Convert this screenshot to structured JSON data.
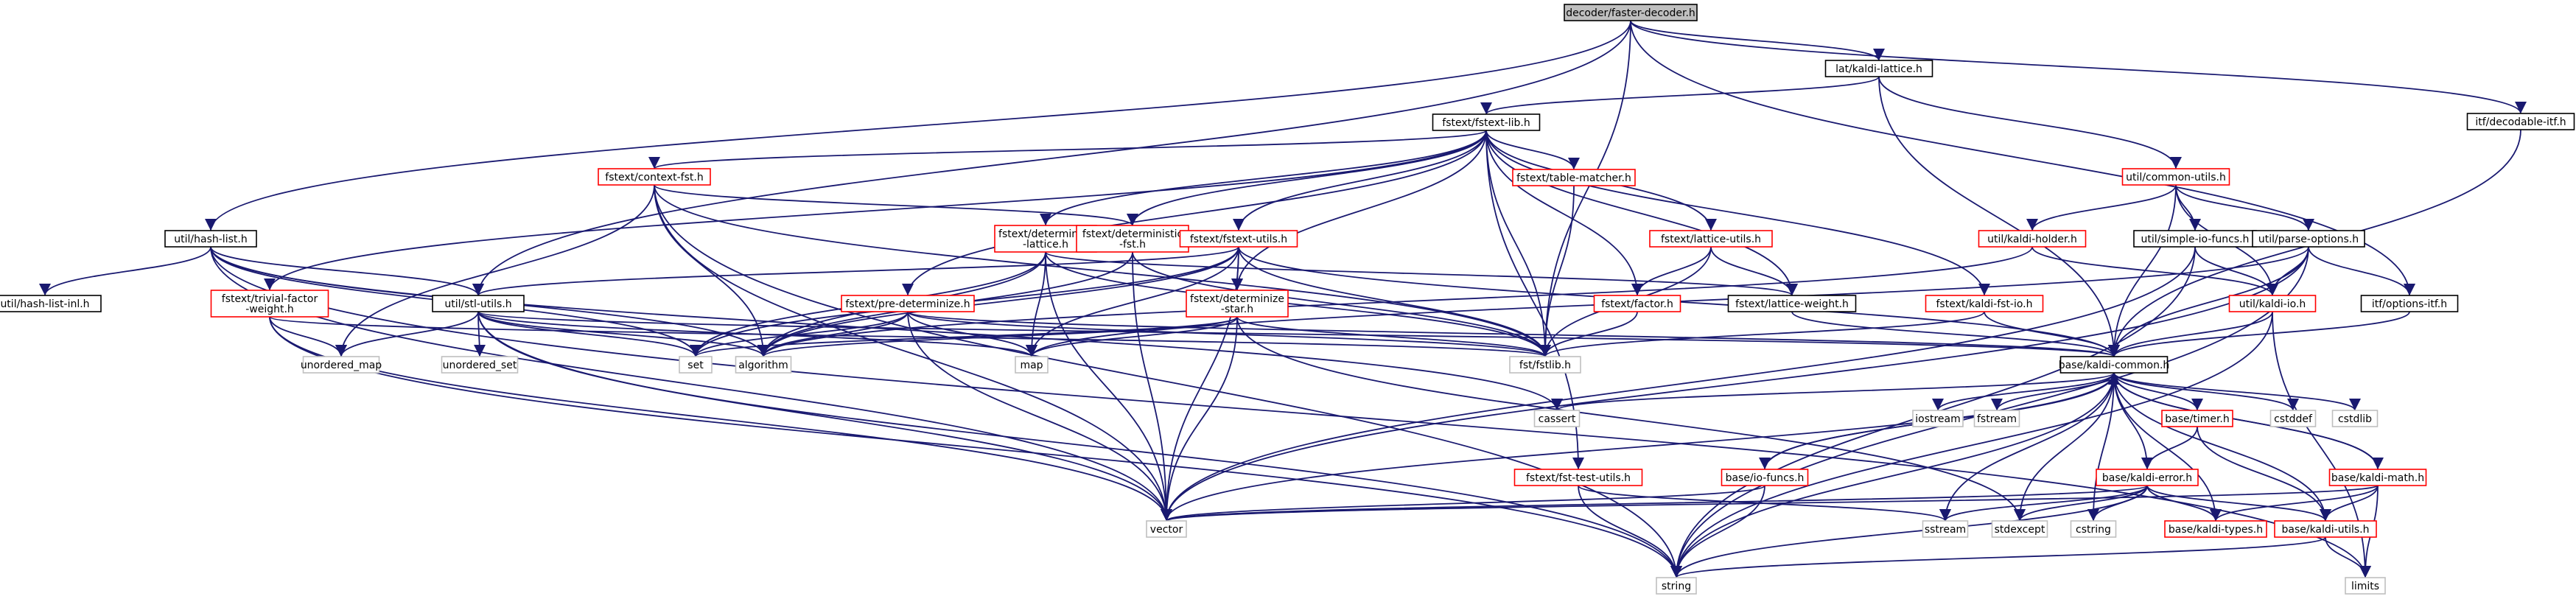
{
  "colors": {
    "edge": "#191970",
    "node_black": "#000000",
    "node_red": "#ff0000",
    "node_gray": "#bfbfbf",
    "root_fill": "#bfbfbf",
    "text": "#000000"
  },
  "nodes": [
    {
      "id": "decoder-faster-decoder",
      "label": "decoder/faster-decoder.h",
      "style": "root"
    },
    {
      "id": "lat-kaldi-lattice",
      "label": "lat/kaldi-lattice.h",
      "style": "black"
    },
    {
      "id": "itf-decodable-itf",
      "label": "itf/decodable-itf.h",
      "style": "black"
    },
    {
      "id": "fstext-fstext-lib",
      "label": "fstext/fstext-lib.h",
      "style": "black"
    },
    {
      "id": "util-common-utils",
      "label": "util/common-utils.h",
      "style": "red"
    },
    {
      "id": "fstext-context-fst",
      "label": "fstext/context-fst.h",
      "style": "red"
    },
    {
      "id": "fstext-table-matcher",
      "label": "fstext/table-matcher.h",
      "style": "red"
    },
    {
      "id": "util-hash-list",
      "label": "util/hash-list.h",
      "style": "black"
    },
    {
      "id": "fstext-determinize-lattice",
      "label": "fstext/determinize\n-lattice.h",
      "style": "red"
    },
    {
      "id": "fstext-deterministic-fst",
      "label": "fstext/deterministic\n-fst.h",
      "style": "red"
    },
    {
      "id": "fstext-fstext-utils",
      "label": "fstext/fstext-utils.h",
      "style": "red"
    },
    {
      "id": "fstext-lattice-utils",
      "label": "fstext/lattice-utils.h",
      "style": "red"
    },
    {
      "id": "util-kaldi-holder",
      "label": "util/kaldi-holder.h",
      "style": "red"
    },
    {
      "id": "util-simple-io-funcs",
      "label": "util/simple-io-funcs.h",
      "style": "black"
    },
    {
      "id": "util-parse-options",
      "label": "util/parse-options.h",
      "style": "black"
    },
    {
      "id": "util-hash-list-inl",
      "label": "util/hash-list-inl.h",
      "style": "black"
    },
    {
      "id": "fstext-trivial-factor-weight",
      "label": "fstext/trivial-factor\n-weight.h",
      "style": "red"
    },
    {
      "id": "util-stl-utils",
      "label": "util/stl-utils.h",
      "style": "black"
    },
    {
      "id": "fstext-pre-determinize",
      "label": "fstext/pre-determinize.h",
      "style": "red"
    },
    {
      "id": "fstext-determinize-star",
      "label": "fstext/determinize\n-star.h",
      "style": "red"
    },
    {
      "id": "fstext-factor",
      "label": "fstext/factor.h",
      "style": "red"
    },
    {
      "id": "fstext-lattice-weight",
      "label": "fstext/lattice-weight.h",
      "style": "black"
    },
    {
      "id": "fstext-kaldi-fst-io",
      "label": "fstext/kaldi-fst-io.h",
      "style": "red"
    },
    {
      "id": "util-kaldi-io",
      "label": "util/kaldi-io.h",
      "style": "red"
    },
    {
      "id": "itf-options-itf",
      "label": "itf/options-itf.h",
      "style": "black"
    },
    {
      "id": "unordered-map",
      "label": "unordered_map",
      "style": "gray"
    },
    {
      "id": "unordered-set",
      "label": "unordered_set",
      "style": "gray"
    },
    {
      "id": "set",
      "label": "set",
      "style": "gray"
    },
    {
      "id": "algorithm",
      "label": "algorithm",
      "style": "gray"
    },
    {
      "id": "map",
      "label": "map",
      "style": "gray"
    },
    {
      "id": "fst-fstlib",
      "label": "fst/fstlib.h",
      "style": "gray"
    },
    {
      "id": "base-kaldi-common",
      "label": "base/kaldi-common.h",
      "style": "black"
    },
    {
      "id": "cassert",
      "label": "cassert",
      "style": "gray"
    },
    {
      "id": "iostream",
      "label": "iostream",
      "style": "gray"
    },
    {
      "id": "fstream",
      "label": "fstream",
      "style": "gray"
    },
    {
      "id": "base-timer",
      "label": "base/timer.h",
      "style": "red"
    },
    {
      "id": "cstddef",
      "label": "cstddef",
      "style": "gray"
    },
    {
      "id": "cstdlib",
      "label": "cstdlib",
      "style": "gray"
    },
    {
      "id": "fstext-fst-test-utils",
      "label": "fstext/fst-test-utils.h",
      "style": "red"
    },
    {
      "id": "base-io-funcs",
      "label": "base/io-funcs.h",
      "style": "red"
    },
    {
      "id": "base-kaldi-error",
      "label": "base/kaldi-error.h",
      "style": "red"
    },
    {
      "id": "base-kaldi-math",
      "label": "base/kaldi-math.h",
      "style": "red"
    },
    {
      "id": "vector",
      "label": "vector",
      "style": "gray"
    },
    {
      "id": "sstream",
      "label": "sstream",
      "style": "gray"
    },
    {
      "id": "stdexcept",
      "label": "stdexcept",
      "style": "gray"
    },
    {
      "id": "cstring",
      "label": "cstring",
      "style": "gray"
    },
    {
      "id": "base-kaldi-types",
      "label": "base/kaldi-types.h",
      "style": "red"
    },
    {
      "id": "base-kaldi-utils",
      "label": "base/kaldi-utils.h",
      "style": "red"
    },
    {
      "id": "string",
      "label": "string",
      "style": "gray"
    },
    {
      "id": "limits",
      "label": "limits",
      "style": "gray"
    }
  ],
  "edges": [
    [
      "decoder-faster-decoder",
      "lat-kaldi-lattice"
    ],
    [
      "decoder-faster-decoder",
      "itf-decodable-itf"
    ],
    [
      "decoder-faster-decoder",
      "util-hash-list"
    ],
    [
      "decoder-faster-decoder",
      "util-stl-utils"
    ],
    [
      "decoder-faster-decoder",
      "fst-fstlib"
    ],
    [
      "decoder-faster-decoder",
      "itf-options-itf"
    ],
    [
      "lat-kaldi-lattice",
      "fstext-fstext-lib"
    ],
    [
      "lat-kaldi-lattice",
      "util-common-utils"
    ],
    [
      "lat-kaldi-lattice",
      "base-kaldi-common"
    ],
    [
      "itf-decodable-itf",
      "base-kaldi-common"
    ],
    [
      "fstext-fstext-lib",
      "fstext-context-fst"
    ],
    [
      "fstext-fstext-lib",
      "fstext-table-matcher"
    ],
    [
      "fstext-fstext-lib",
      "fstext-determinize-lattice"
    ],
    [
      "fstext-fstext-lib",
      "fstext-deterministic-fst"
    ],
    [
      "fstext-fstext-lib",
      "fstext-fstext-utils"
    ],
    [
      "fstext-fstext-lib",
      "fstext-lattice-utils"
    ],
    [
      "fstext-fstext-lib",
      "fstext-trivial-factor-weight"
    ],
    [
      "fstext-fstext-lib",
      "fstext-pre-determinize"
    ],
    [
      "fstext-fstext-lib",
      "fstext-determinize-star"
    ],
    [
      "fstext-fstext-lib",
      "fstext-factor"
    ],
    [
      "fstext-fstext-lib",
      "fstext-lattice-weight"
    ],
    [
      "fstext-fstext-lib",
      "fstext-kaldi-fst-io"
    ],
    [
      "fstext-fstext-lib",
      "fst-fstlib"
    ],
    [
      "fstext-fstext-lib",
      "fstext-fst-test-utils"
    ],
    [
      "fstext-context-fst",
      "fstext-deterministic-fst"
    ],
    [
      "fstext-context-fst",
      "unordered-map"
    ],
    [
      "fstext-context-fst",
      "algorithm"
    ],
    [
      "fstext-context-fst",
      "fst-fstlib"
    ],
    [
      "fstext-context-fst",
      "vector"
    ],
    [
      "fstext-context-fst",
      "string"
    ],
    [
      "fstext-table-matcher",
      "fst-fstlib"
    ],
    [
      "util-common-utils",
      "util-kaldi-holder"
    ],
    [
      "util-common-utils",
      "util-simple-io-funcs"
    ],
    [
      "util-common-utils",
      "util-parse-options"
    ],
    [
      "util-common-utils",
      "util-kaldi-io"
    ],
    [
      "util-common-utils",
      "base-kaldi-common"
    ],
    [
      "util-kaldi-holder",
      "util-kaldi-io"
    ],
    [
      "util-kaldi-holder",
      "algorithm"
    ],
    [
      "util-simple-io-funcs",
      "util-kaldi-io"
    ],
    [
      "util-simple-io-funcs",
      "vector"
    ],
    [
      "util-simple-io-funcs",
      "string"
    ],
    [
      "util-parse-options",
      "util-kaldi-io"
    ],
    [
      "util-parse-options",
      "itf-options-itf"
    ],
    [
      "util-parse-options",
      "base-kaldi-common"
    ],
    [
      "util-parse-options",
      "map"
    ],
    [
      "util-parse-options",
      "vector"
    ],
    [
      "util-parse-options",
      "string"
    ],
    [
      "util-kaldi-io",
      "base-kaldi-common"
    ],
    [
      "util-kaldi-io",
      "string"
    ],
    [
      "util-kaldi-io",
      "limits"
    ],
    [
      "itf-options-itf",
      "base-kaldi-common"
    ],
    [
      "util-hash-list",
      "util-hash-list-inl"
    ],
    [
      "util-hash-list",
      "util-stl-utils"
    ],
    [
      "util-hash-list",
      "set"
    ],
    [
      "util-hash-list",
      "algorithm"
    ],
    [
      "util-hash-list",
      "cassert"
    ],
    [
      "util-hash-list",
      "vector"
    ],
    [
      "util-hash-list",
      "limits"
    ],
    [
      "fstext-trivial-factor-weight",
      "unordered-map"
    ],
    [
      "fstext-trivial-factor-weight",
      "fst-fstlib"
    ],
    [
      "fstext-trivial-factor-weight",
      "vector"
    ],
    [
      "fstext-trivial-factor-weight",
      "string"
    ],
    [
      "util-stl-utils",
      "unordered-map"
    ],
    [
      "util-stl-utils",
      "unordered-set"
    ],
    [
      "util-stl-utils",
      "set"
    ],
    [
      "util-stl-utils",
      "algorithm"
    ],
    [
      "util-stl-utils",
      "map"
    ],
    [
      "util-stl-utils",
      "vector"
    ],
    [
      "util-stl-utils",
      "string"
    ],
    [
      "util-stl-utils",
      "base-kaldi-common"
    ],
    [
      "fstext-determinize-lattice",
      "fst-fstlib"
    ],
    [
      "fstext-determinize-lattice",
      "fstext-lattice-weight"
    ],
    [
      "fstext-determinize-lattice",
      "set"
    ],
    [
      "fstext-determinize-lattice",
      "algorithm"
    ],
    [
      "fstext-determinize-lattice",
      "map"
    ],
    [
      "fstext-determinize-lattice",
      "vector"
    ],
    [
      "fstext-deterministic-fst",
      "fst-fstlib"
    ],
    [
      "fstext-deterministic-fst",
      "algorithm"
    ],
    [
      "fstext-deterministic-fst",
      "vector"
    ],
    [
      "fstext-fstext-utils",
      "util-stl-utils"
    ],
    [
      "fstext-fstext-utils",
      "fstext-determinize-star"
    ],
    [
      "fstext-fstext-utils",
      "fst-fstlib"
    ],
    [
      "fstext-fstext-utils",
      "base-kaldi-common"
    ],
    [
      "fstext-fstext-utils",
      "set"
    ],
    [
      "fstext-fstext-utils",
      "algorithm"
    ],
    [
      "fstext-fstext-utils",
      "map"
    ],
    [
      "fstext-fstext-utils",
      "vector"
    ],
    [
      "fstext-pre-determinize",
      "fst-fstlib"
    ],
    [
      "fstext-pre-determinize",
      "base-kaldi-common"
    ],
    [
      "fstext-pre-determinize",
      "set"
    ],
    [
      "fstext-pre-determinize",
      "algorithm"
    ],
    [
      "fstext-pre-determinize",
      "map"
    ],
    [
      "fstext-pre-determinize",
      "vector"
    ],
    [
      "fstext-determinize-star",
      "fst-fstlib"
    ],
    [
      "fstext-determinize-star",
      "set"
    ],
    [
      "fstext-determinize-star",
      "algorithm"
    ],
    [
      "fstext-determinize-star",
      "map"
    ],
    [
      "fstext-determinize-star",
      "vector"
    ],
    [
      "fstext-determinize-star",
      "stdexcept"
    ],
    [
      "fstext-lattice-utils",
      "fstext-factor"
    ],
    [
      "fstext-lattice-utils",
      "fstext-lattice-weight"
    ],
    [
      "fstext-lattice-utils",
      "fst-fstlib"
    ],
    [
      "fstext-factor",
      "fst-fstlib"
    ],
    [
      "fstext-lattice-weight",
      "base-kaldi-common"
    ],
    [
      "fstext-kaldi-fst-io",
      "base-kaldi-common"
    ],
    [
      "fstext-kaldi-fst-io",
      "fst-fstlib"
    ],
    [
      "base-kaldi-common",
      "cassert"
    ],
    [
      "base-kaldi-common",
      "iostream"
    ],
    [
      "base-kaldi-common",
      "fstream"
    ],
    [
      "base-kaldi-common",
      "base-timer"
    ],
    [
      "base-kaldi-common",
      "cstddef"
    ],
    [
      "base-kaldi-common",
      "cstdlib"
    ],
    [
      "base-kaldi-common",
      "base-io-funcs"
    ],
    [
      "base-kaldi-common",
      "base-kaldi-error"
    ],
    [
      "base-kaldi-common",
      "base-kaldi-math"
    ],
    [
      "base-kaldi-common",
      "vector"
    ],
    [
      "base-kaldi-common",
      "sstream"
    ],
    [
      "base-kaldi-common",
      "stdexcept"
    ],
    [
      "base-kaldi-common",
      "cstring"
    ],
    [
      "base-kaldi-common",
      "base-kaldi-types"
    ],
    [
      "base-kaldi-common",
      "base-kaldi-utils"
    ],
    [
      "base-kaldi-common",
      "string"
    ],
    [
      "base-timer",
      "base-kaldi-error"
    ],
    [
      "base-timer",
      "base-kaldi-utils"
    ],
    [
      "fstext-fst-test-utils",
      "sstream"
    ],
    [
      "fstext-fst-test-utils",
      "string"
    ],
    [
      "base-io-funcs",
      "base-kaldi-common"
    ],
    [
      "base-io-funcs",
      "vector"
    ],
    [
      "base-io-funcs",
      "string"
    ],
    [
      "base-kaldi-error",
      "vector"
    ],
    [
      "base-kaldi-error",
      "sstream"
    ],
    [
      "base-kaldi-error",
      "stdexcept"
    ],
    [
      "base-kaldi-error",
      "cstring"
    ],
    [
      "base-kaldi-error",
      "base-kaldi-types"
    ],
    [
      "base-kaldi-error",
      "base-kaldi-utils"
    ],
    [
      "base-kaldi-error",
      "string"
    ],
    [
      "base-kaldi-math",
      "base-kaldi-common"
    ],
    [
      "base-kaldi-math",
      "vector"
    ],
    [
      "base-kaldi-math",
      "base-kaldi-types"
    ],
    [
      "base-kaldi-math",
      "base-kaldi-utils"
    ],
    [
      "base-kaldi-math",
      "limits"
    ],
    [
      "base-kaldi-utils",
      "string"
    ],
    [
      "base-kaldi-utils",
      "limits"
    ]
  ]
}
